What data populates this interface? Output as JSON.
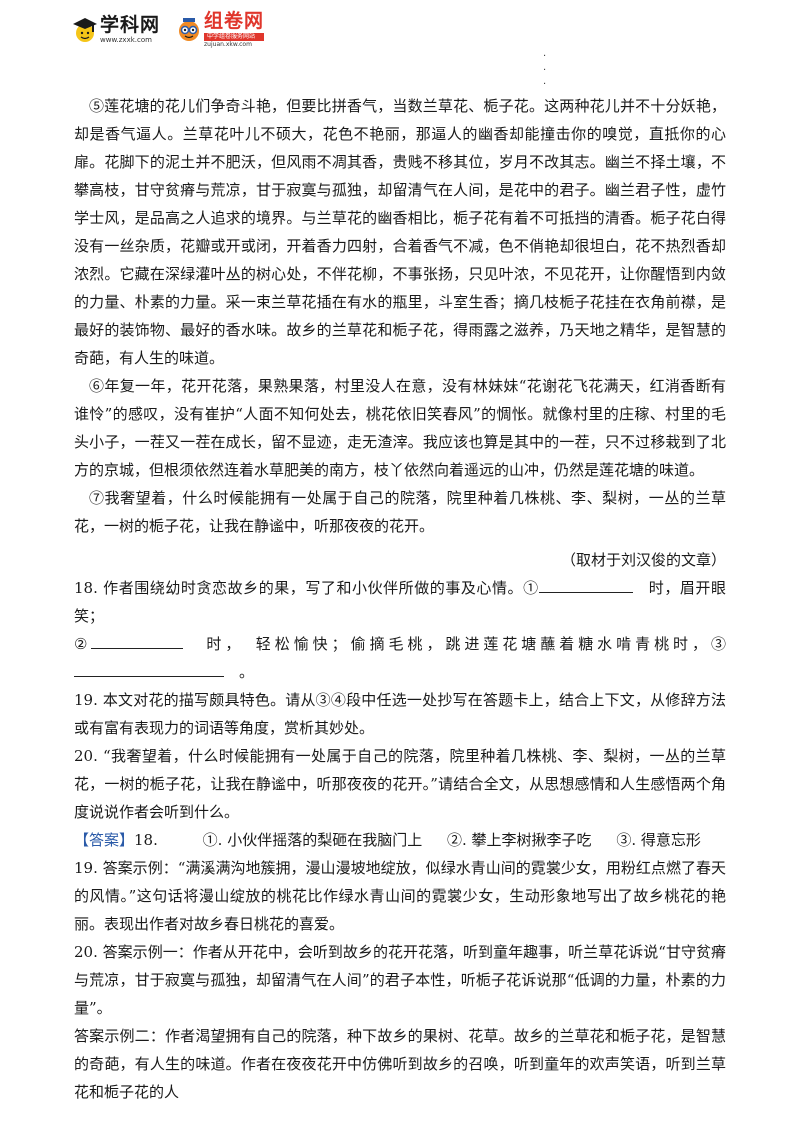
{
  "header": {
    "logo1_name": "学科网",
    "logo1_url": "www.zxxk.com",
    "logo2_name": "组卷网",
    "logo2_tag": "中学组卷服务网站",
    "logo2_url": "zujuan.xkw.com"
  },
  "dots": "·\n·\n·",
  "passage": {
    "p5": "⑤莲花塘的花儿们争奇斗艳，但要比拼香气，当数兰草花、栀子花。这两种花儿并不十分妖艳，却是香气逼人。兰草花叶儿不硕大，花色不艳丽，那逼人的幽香却能撞击你的嗅觉，直抵你的心扉。花脚下的泥土并不肥沃，但风雨不凋其香，贵贱不移其位，岁月不改其志。幽兰不择土壤，不攀高枝，甘守贫瘠与荒凉，甘于寂寞与孤独，却留清气在人间，是花中的君子。幽兰君子性，虚竹学士风，是品高之人追求的境界。与兰草花的幽香相比，栀子花有着不可抵挡的清香。栀子花白得没有一丝杂质，花瓣或开或闭，开着香力四射，合着香气不减，色不俏艳却很坦白，花不热烈香却浓烈。它藏在深绿灌叶丛的树心处，不伴花柳，不事张扬，只见叶浓，不见花开，让你醒悟到内敛的力量、朴素的力量。采一束兰草花插在有水的瓶里，斗室生香；摘几枝栀子花挂在衣角前襟，是最好的装饰物、最好的香水味。故乡的兰草花和栀子花，得雨露之滋养，乃天地之精华，是智慧的奇葩，有人生的味道。",
    "p6": "⑥年复一年，花开花落，果熟果落，村里没人在意，没有林妹妹“花谢花飞花满天，红消香断有谁怜”的感叹，没有崔护“人面不知何处去，桃花依旧笑春风”的惆怅。就像村里的庄稼、村里的毛头小子，一茬又一茬在成长，留不显迹，走无渣滓。我应该也算是其中的一茬，只不过移栽到了北方的京城，但根须依然连着水草肥美的南方，枝丫依然向着遥远的山冲，仍然是莲花塘的味道。",
    "p7": "⑦我奢望着，什么时候能拥有一处属于自己的院落，院里种着几株桃、李、梨树，一丛的兰草花，一树的栀子花，让我在静谧中，听那夜夜的花开。",
    "source": "（取材于刘汉俊的文章）"
  },
  "questions": {
    "q18_a": "18. 作者围绕幼时贪恋故乡的果，写了和小伙伴所做的事及心情。①",
    "q18_b": "时，眉开眼笑；",
    "q18_c": "②",
    "q18_d": "时，　轻松愉快；偷摘毛桃，跳进莲花塘蘸着糖水啃青桃时，③",
    "q18_e": "。",
    "q19": "19. 本文对花的描写颇具特色。请从③④段中任选一处抄写在答题卡上，结合上下文，从修辞方法或有富有表现力的词语等角度，赏析其妙处。",
    "q20": "20. “我奢望着，什么时候能拥有一处属于自己的院落，院里种着几株桃、李、梨树，一丛的兰草花，一树的栀子花，让我在静谧中，听那夜夜的花开。”请结合全文，从思想感情和人生感悟两个角度说说作者会听到什么。"
  },
  "answers": {
    "tag": "【答案】",
    "a18_num": "18.",
    "a18_1": "①. 小伙伴摇落的梨砸在我脑门上",
    "a18_2": "②. 攀上李树揪李子吃",
    "a18_3": "③. 得意忘形",
    "a19": "19. 答案示例：“满溪满沟地簇拥，漫山漫坡地绽放，似绿水青山间的霓裳少女，用粉红点燃了春天的风情。”这句话将漫山绽放的桃花比作绿水青山间的霓裳少女，生动形象地写出了故乡桃花的艳丽。表现出作者对故乡春日桃花的喜爱。",
    "a20_1": "20. 答案示例一：作者从开花中，会听到故乡的花开花落，听到童年趣事，听兰草花诉说“甘守贫瘠与荒凉，甘于寂寞与孤独，却留清气在人间”的君子本性，听栀子花诉说那“低调的力量，朴素的力量”。",
    "a20_2": "答案示例二：作者渴望拥有自己的院落，种下故乡的果树、花草。故乡的兰草花和栀子花，是智慧的奇葩，有人生的味道。作者在夜夜花开中仿佛听到故乡的召唤，听到童年的欢声笑语，听到兰草花和栀子花的人"
  }
}
